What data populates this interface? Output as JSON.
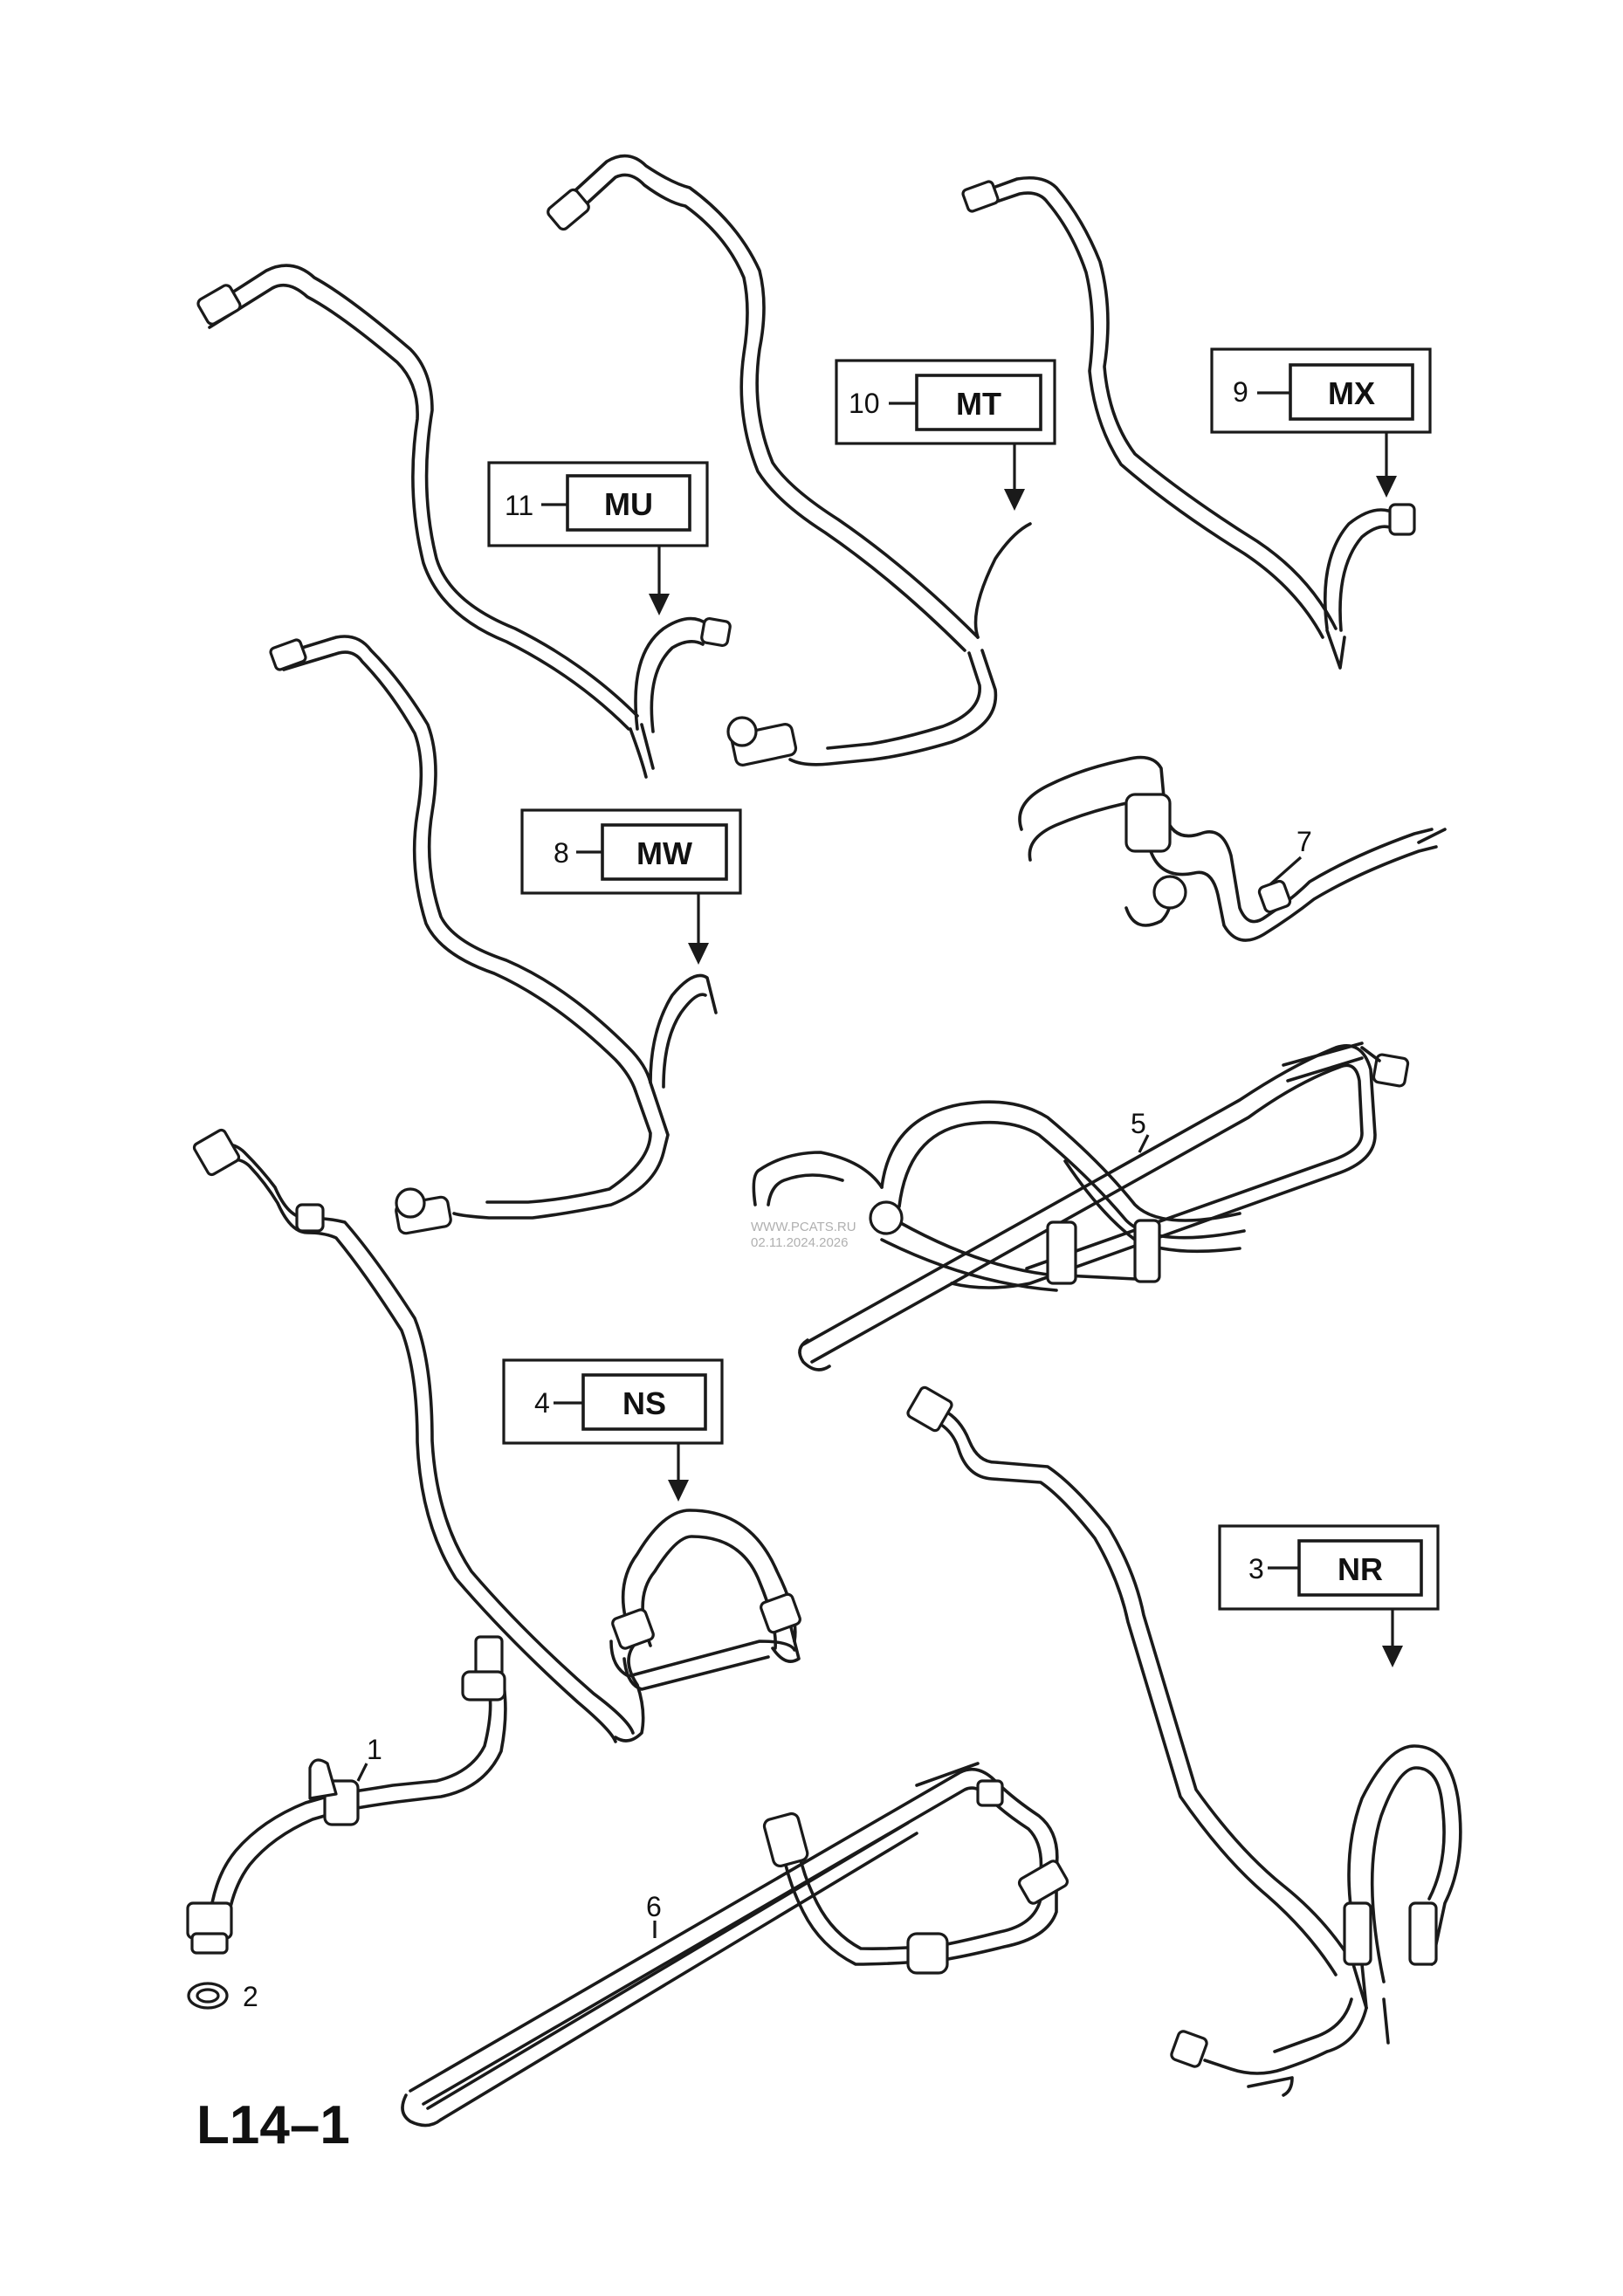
{
  "diagram": {
    "title": "L14–1",
    "watermark": {
      "line1": "WWW.PCATS.RU",
      "line2": "02.11.2024.2026"
    },
    "callouts": [
      {
        "number": "11",
        "code": "MU"
      },
      {
        "number": "10",
        "code": "MT"
      },
      {
        "number": "9",
        "code": "MX"
      },
      {
        "number": "8",
        "code": "MW"
      },
      {
        "number": "4",
        "code": "NS"
      },
      {
        "number": "3",
        "code": "NR"
      }
    ],
    "part_labels": [
      "7",
      "5",
      "1",
      "2",
      "6"
    ]
  }
}
